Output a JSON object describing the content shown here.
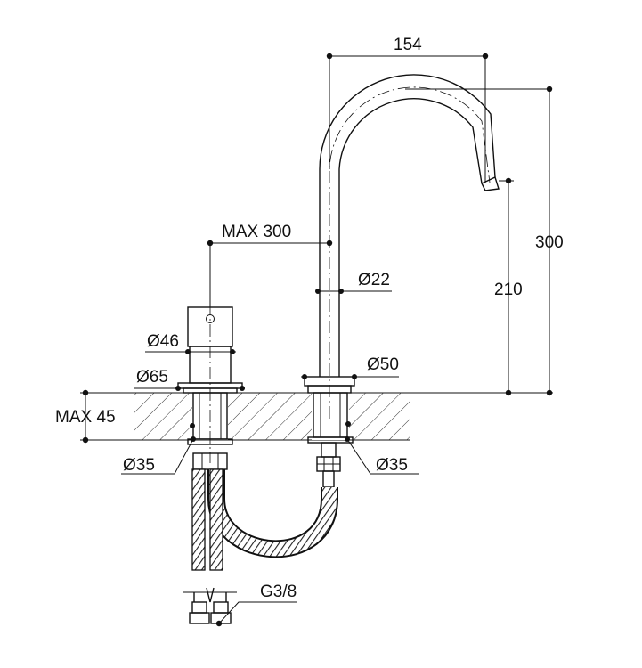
{
  "diagram": {
    "dimensions": {
      "spout_reach": "154",
      "total_height": "300",
      "spout_outlet_height": "210",
      "max_distance": "MAX 300",
      "spout_tube_diameter": "Ø22",
      "handle_diameter": "Ø46",
      "handle_base_diameter": "Ø65",
      "spout_base_diameter": "Ø50",
      "max_deck_thickness": "MAX 45",
      "handle_shank_diameter": "Ø35",
      "spout_shank_diameter": "Ø35",
      "connection_thread": "G3/8"
    }
  }
}
